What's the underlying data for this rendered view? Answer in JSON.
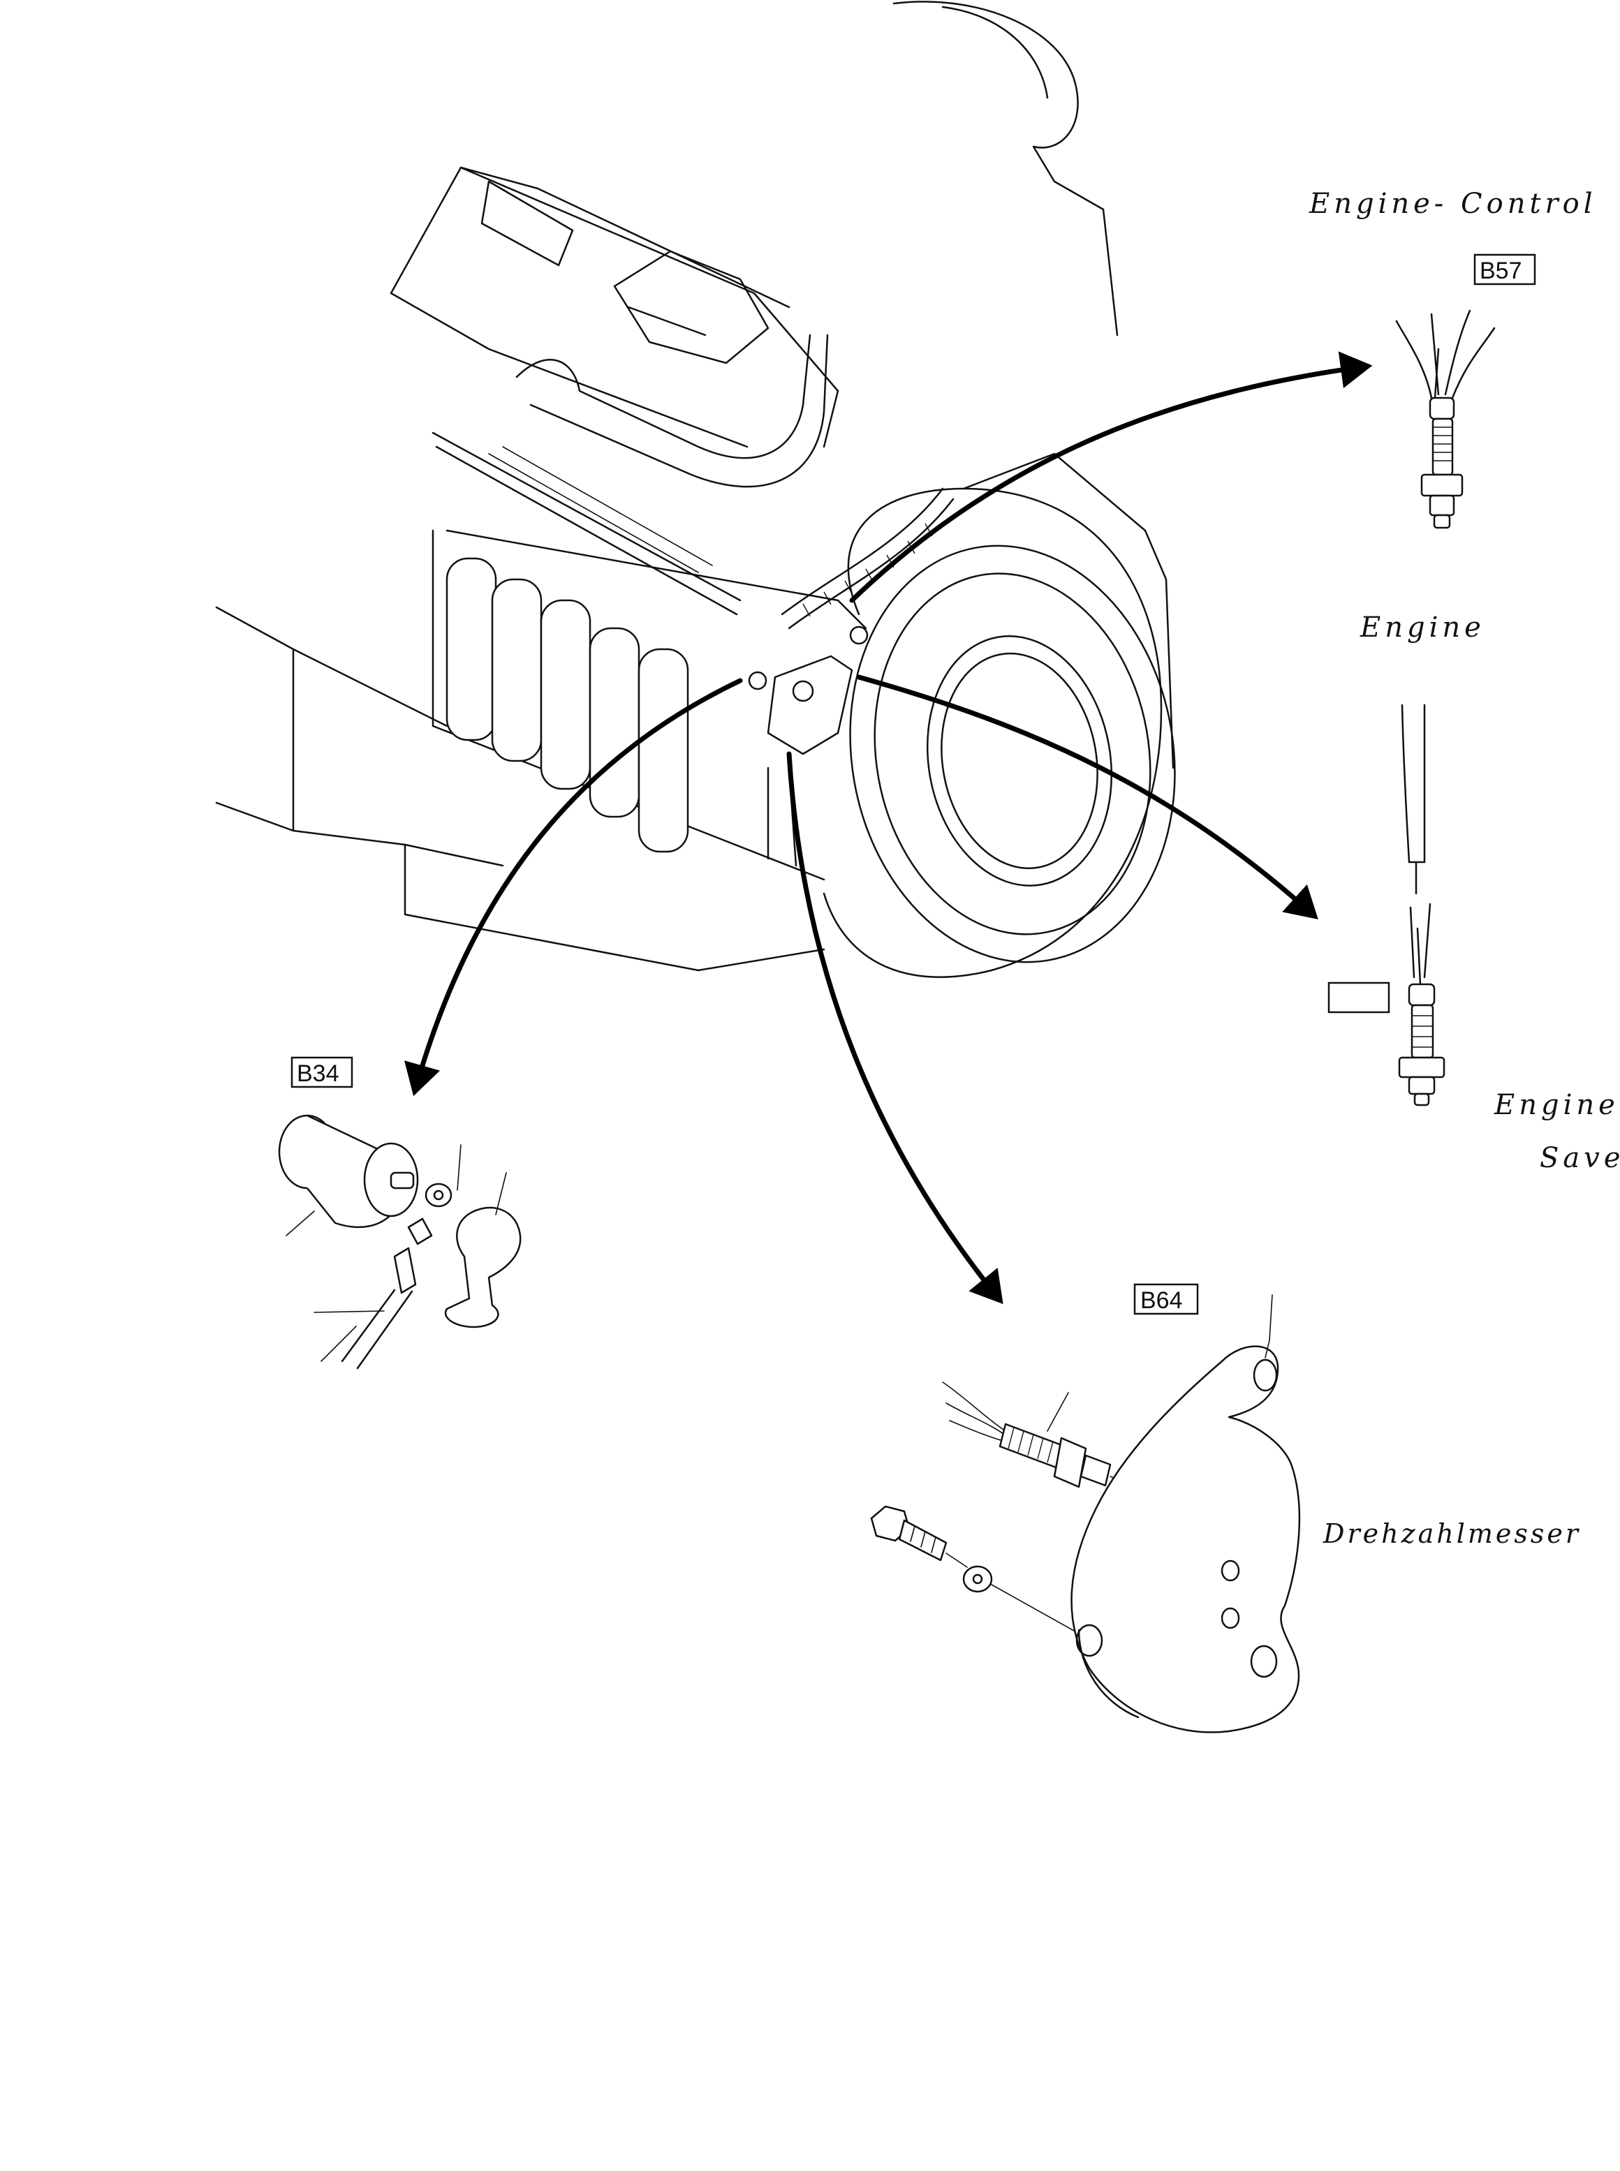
{
  "labels": {
    "engine_control": "Engine- Control",
    "engine": "Engine",
    "engine_saver_line1": "Engine-",
    "engine_saver_line2": "Saver",
    "drehzahlmesser": "Drehzahlmesser"
  },
  "codes": {
    "b57": "B57",
    "b34": "B34",
    "b64": "B64",
    "blank": ""
  }
}
